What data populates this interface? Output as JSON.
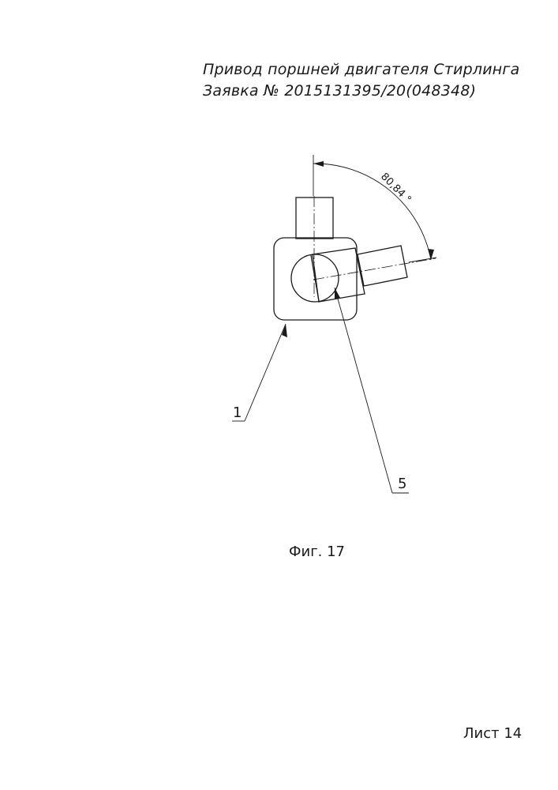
{
  "header": {
    "title": "Привод поршней двигателя Стирлинга",
    "application": "Заявка № 2015131395/20(048348)"
  },
  "drawing": {
    "angle_label": "80,84 °",
    "callouts": [
      {
        "number": "1"
      },
      {
        "number": "5"
      }
    ]
  },
  "caption": "Фиг. 17",
  "sheet": "Лист 14"
}
